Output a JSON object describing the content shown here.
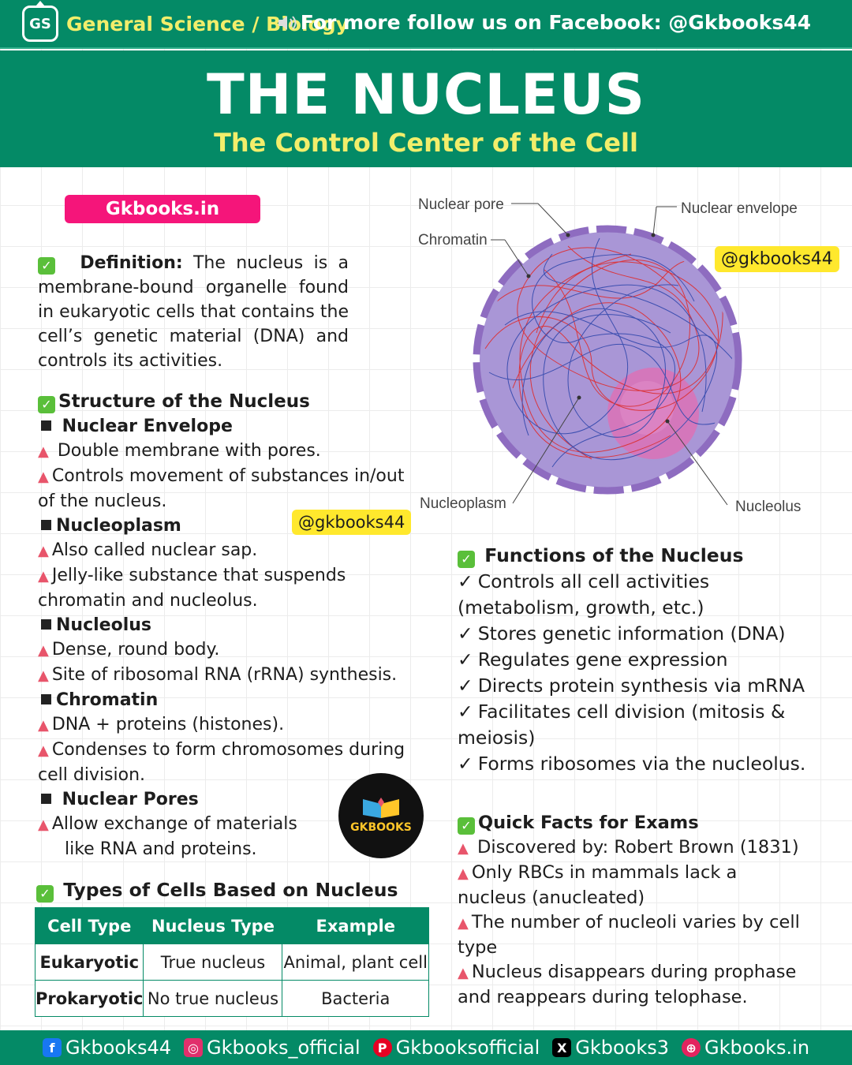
{
  "topbar": {
    "logo_text": "GS",
    "category": "General Science / Biology",
    "follow_text": "For  more follow us on Facebook: @Gkbooks44"
  },
  "header": {
    "title": "THE NUCLEUS",
    "subtitle": "The Control Center of the Cell"
  },
  "site_pill": "Gkbooks.in",
  "handle": "@gkbooks44",
  "definition": {
    "label": "Definition:",
    "text": "The nucleus is a membrane-bound organelle found in eukaryotic cells that contains the cell’s genetic material (DNA) and controls its activities."
  },
  "structure": {
    "heading": "Structure of the Nucleus",
    "parts": [
      {
        "name": "Nuclear Envelope",
        "points": [
          "Double membrane with pores.",
          "Controls movement of substances in/out of the nucleus."
        ]
      },
      {
        "name": "Nucleoplasm",
        "points": [
          "Also called nuclear sap.",
          "Jelly-like substance that suspends chromatin and nucleolus."
        ]
      },
      {
        "name": "Nucleolus",
        "points": [
          "Dense, round body.",
          "Site of ribosomal RNA (rRNA) synthesis."
        ]
      },
      {
        "name": "Chromatin",
        "points": [
          "DNA + proteins (histones).",
          "Condenses to form chromosomes during cell division."
        ]
      },
      {
        "name": "Nuclear Pores",
        "points": [
          "Allow exchange of materials",
          "like RNA and proteins."
        ]
      }
    ]
  },
  "diagram": {
    "labels": {
      "nuclear_pore": "Nuclear pore",
      "nuclear_envelope": "Nuclear envelope",
      "chromatin": "Chromatin",
      "nucleoplasm": "Nucleoplasm",
      "nucleolus": "Nucleolus"
    },
    "colors": {
      "envelope": "#8e6cc0",
      "nucleoplasm": "#a996d6",
      "nucleolus": "#d873b8",
      "chromatin_red": "#d9363e",
      "chromatin_blue": "#3d4fb0"
    }
  },
  "functions": {
    "heading": "Functions of the Nucleus",
    "items": [
      "Controls all cell activities (metabolism, growth, etc.)",
      "Stores genetic information (DNA)",
      "Regulates gene expression",
      "Directs protein synthesis via mRNA",
      "Facilitates cell division (mitosis & meiosis)",
      "Forms ribosomes via the nucleolus."
    ]
  },
  "facts": {
    "heading": "Quick Facts for Exams",
    "items": [
      "Discovered by: Robert Brown (1831)",
      "Only RBCs in mammals lack a nucleus (anucleated)",
      "The number of nucleoli varies by cell type",
      "Nucleus disappears during prophase and reappears during telophase."
    ]
  },
  "types": {
    "heading": "Types of Cells Based on Nucleus",
    "columns": [
      "Cell Type",
      "Nucleus Type",
      "Example"
    ],
    "rows": [
      [
        "Eukaryotic",
        "True nucleus",
        "Animal, plant cell"
      ],
      [
        "Prokaryotic",
        "No true nucleus",
        "Bacteria"
      ]
    ]
  },
  "badge_text": "GKBOOKS",
  "footer": [
    {
      "icon": "facebook-icon",
      "color": "#1877f2",
      "glyph": "f",
      "text": "Gkbooks44"
    },
    {
      "icon": "instagram-icon",
      "color": "#e1306c",
      "glyph": "◎",
      "text": "Gkbooks_official"
    },
    {
      "icon": "pinterest-icon",
      "color": "#e60023",
      "glyph": "P",
      "text": "Gkbooksofficial"
    },
    {
      "icon": "x-icon",
      "color": "#000000",
      "glyph": "X",
      "text": "Gkbooks3"
    },
    {
      "icon": "globe-icon",
      "color": "#e3245f",
      "glyph": "⊕",
      "text": "Gkbooks.in"
    }
  ]
}
